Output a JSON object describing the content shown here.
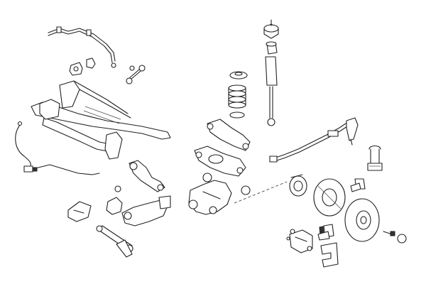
{
  "diagram": {
    "background": "#ffffff",
    "line_color": "#222222",
    "parts": [
      "stabilizer-bar",
      "stabilizer-bushing",
      "stabilizer-link",
      "rear-subframe",
      "abs-sensor-cable",
      "lower-control-arm",
      "spring-seat-top",
      "coil-spring",
      "spring-seat-bottom",
      "strut-mount",
      "bump-stop",
      "shock-absorber",
      "upper-control-arm",
      "trailing-arm",
      "wheel-carrier",
      "wheel-hub",
      "brake-dust-shield",
      "brake-disc",
      "brake-caliper",
      "brake-pads",
      "handbrake-cable",
      "u-bolt"
    ]
  }
}
